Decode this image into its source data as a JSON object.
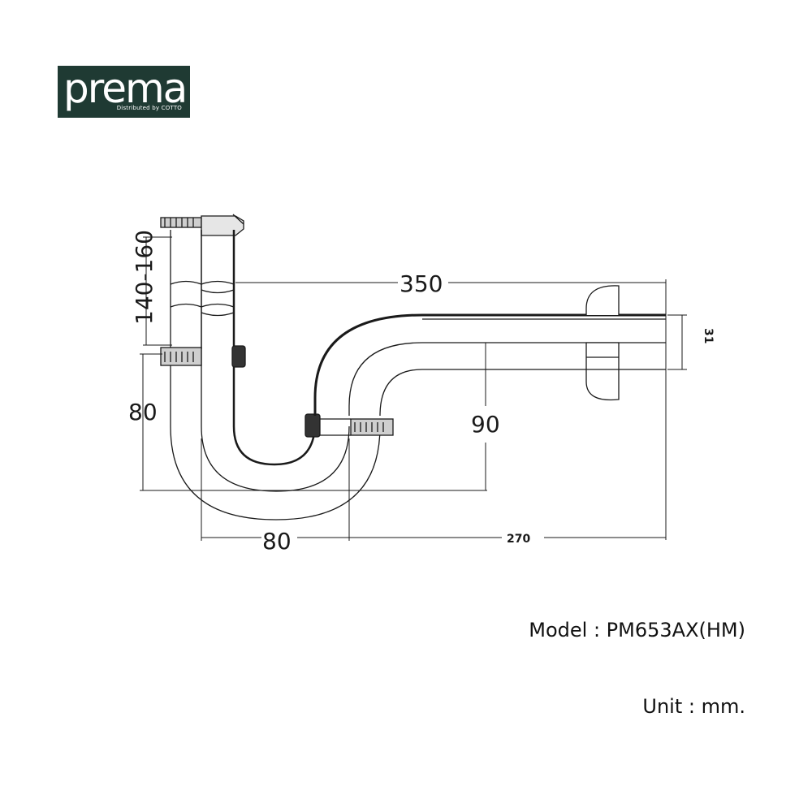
{
  "brand": {
    "name": "prema",
    "tagline": "Distributed by COTTO",
    "bg_color": "#1f3a33"
  },
  "dimensions": {
    "tailpiece_height": "140-160",
    "outlet_length": "350",
    "pipe_diameter": "31",
    "trap_height_left": "80",
    "trap_depth": "90",
    "trap_width": "80",
    "wall_distance": "270"
  },
  "info": {
    "model": "Model : PM653AX(HM)",
    "unit": "Unit : mm."
  }
}
